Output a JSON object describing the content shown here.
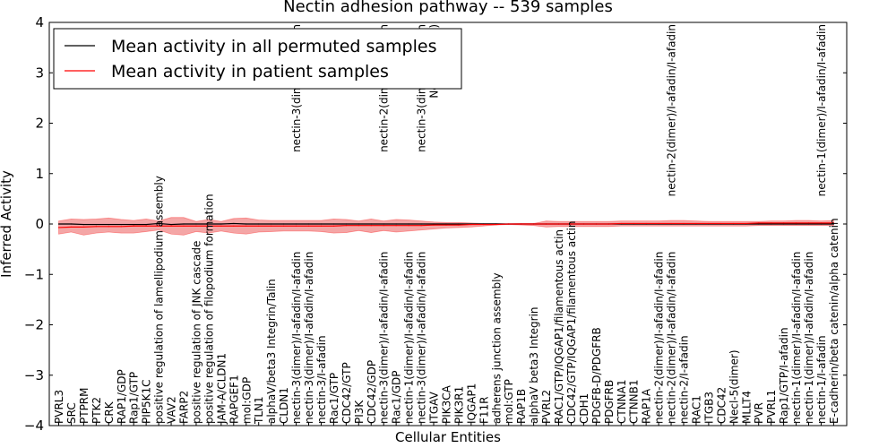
{
  "chart_data": {
    "type": "line",
    "title": "Nectin adhesion pathway -- 539 samples",
    "xlabel": "Cellular Entities",
    "ylabel": "Inferred Activity",
    "ylim": [
      -4,
      4
    ],
    "yticks": [
      -4,
      -3,
      -2,
      -1,
      0,
      1,
      2,
      3,
      4
    ],
    "ytick_labels": [
      "−4",
      "−3",
      "−2",
      "−1",
      "0",
      "1",
      "2",
      "3",
      "4"
    ],
    "grid": false,
    "legend_position": "top-left",
    "colors": {
      "permuted": "#000000",
      "patient": "#ff0000",
      "band": "#f08080",
      "band_blue": "#b0b8e8"
    },
    "categories": [
      "PVRL3",
      "SRC",
      "PTPRM",
      "PTK2",
      "CRK",
      "RAP1/GDP",
      "Rap1/GTP",
      "PIP5K1C",
      "positive regulation of lamellipodium assembly",
      "VAV2",
      "FARP2",
      "positive regulation of JNK cascade",
      "positive regulation of filopodium formation",
      "JAM-A/CLDN1",
      "RAPGEF1",
      "mol:GDP",
      "TLN1",
      "alphaV/beta3 Integrin/Talin",
      "CLDN1",
      "nectin-3(dimer)/I-afadin/I-afadin",
      "nectin-3(dimer)/I-afadin/I-afadin",
      "nectin-3/I-afadin",
      "Rac1/GTP",
      "CDC42/GTP",
      "PI3K",
      "CDC42/GDP",
      "nectin-3(dimer)/I-afadin/I-afadin",
      "Rac1/GDP",
      "nectin-1(dimer)/I-afadin/I-afadin",
      "nectin-3(dimer)/I-afadin/I-afadin",
      "ITGAV",
      "PIK3CA",
      "PIK3R1",
      "IQGAP1",
      "F11R",
      "adherens junction assembly",
      "mol:GTP",
      "RAP1B",
      "alphaV beta3 Integrin",
      "PVRL2",
      "RAC1/GTP/IQGAP1/filamentous actin",
      "CDC42/GTP/IQGAP1/filamentous actin",
      "CDH1",
      "PDGFB-D/PDGFRB",
      "PDGFRB",
      "CTNNA1",
      "CTNNB1",
      "RAP1A",
      "nectin-2(dimer)/I-afadin/I-afadin",
      "nectin-2(dimer)/I-afadin/I-afadin",
      "nectin-2/I-afadin",
      "RAC1",
      "ITGB3",
      "CDC42",
      "Necl-5(dimer)",
      "MLLT4",
      "PVR",
      "PVRL1",
      "Rap1/GTP/I-afadin",
      "nectin-1(dimer)/I-afadin/I-afadin",
      "nectin-1(dimer)/I-afadin/I-afadin",
      "nectin-1/I-afadin",
      "E-cadherin/beta catenin/alpha catenin"
    ],
    "upper_labels": {
      "19": "nectin-3(dimer)/I-afadin",
      "26": "nectin-2(dimer)/I-afadin",
      "29": "nectin-3(dimer)/I-afadin",
      "30": "Necl-5(dimer)",
      "49": "nectin-2(dimer)/I-afadin/I-afadin",
      "61": "nectin-1(dimer)/I-afadin/I-afadin"
    },
    "series": [
      {
        "name": "Mean activity in all permuted samples",
        "color": "#000000",
        "values": [
          0.0,
          0.0,
          -0.01,
          -0.01,
          -0.01,
          -0.01,
          -0.01,
          -0.01,
          0.01,
          -0.01,
          0.0,
          0.0,
          0.0,
          0.0,
          0.01,
          0.0,
          0.0,
          0.0,
          0.0,
          0.0,
          0.0,
          0.0,
          0.0,
          0.0,
          0.0,
          0.0,
          0.0,
          0.0,
          0.0,
          0.0,
          0.0,
          0.0,
          0.0,
          0.0,
          0.0,
          0.0,
          0.0,
          0.0,
          0.0,
          0.0,
          0.0,
          0.0,
          0.0,
          0.0,
          0.0,
          0.0,
          0.0,
          0.0,
          0.0,
          0.0,
          0.0,
          0.0,
          0.0,
          0.0,
          0.0,
          0.0,
          0.0,
          0.0,
          0.0,
          0.0,
          0.0,
          0.0,
          0.0
        ]
      },
      {
        "name": "Mean activity in patient samples",
        "color": "#ff0000",
        "values": [
          -0.07,
          -0.06,
          -0.06,
          -0.05,
          -0.05,
          -0.05,
          -0.04,
          -0.04,
          -0.04,
          -0.04,
          -0.04,
          -0.04,
          -0.04,
          -0.04,
          -0.04,
          -0.04,
          -0.04,
          -0.04,
          -0.04,
          -0.04,
          -0.04,
          -0.04,
          -0.04,
          -0.03,
          -0.03,
          -0.03,
          -0.03,
          -0.03,
          -0.03,
          -0.03,
          -0.02,
          -0.02,
          -0.02,
          -0.01,
          -0.01,
          -0.01,
          0.0,
          0.0,
          0.0,
          0.0,
          0.0,
          0.0,
          0.0,
          0.0,
          0.0,
          0.01,
          0.01,
          0.01,
          0.01,
          0.01,
          0.01,
          0.01,
          0.01,
          0.01,
          0.01,
          0.01,
          0.02,
          0.02,
          0.02,
          0.02,
          0.02,
          0.02,
          0.02
        ]
      }
    ],
    "band": {
      "upper": [
        0.06,
        0.1,
        0.09,
        0.1,
        0.12,
        0.09,
        0.07,
        0.1,
        0.06,
        0.13,
        0.13,
        0.05,
        0.09,
        0.05,
        0.11,
        0.12,
        0.08,
        0.07,
        0.07,
        0.07,
        0.07,
        0.07,
        0.1,
        0.09,
        0.06,
        0.1,
        0.06,
        0.09,
        0.08,
        0.06,
        0.04,
        0.03,
        0.03,
        0.02,
        0.01,
        0.01,
        0.0,
        0.01,
        0.01,
        0.06,
        0.05,
        0.05,
        0.05,
        0.05,
        0.05,
        0.06,
        0.06,
        0.06,
        0.06,
        0.07,
        0.07,
        0.06,
        0.05,
        0.05,
        0.05,
        0.05,
        0.05,
        0.06,
        0.06,
        0.07,
        0.07,
        0.06,
        0.07
      ],
      "lower": [
        -0.2,
        -0.16,
        -0.22,
        -0.18,
        -0.16,
        -0.18,
        -0.18,
        -0.15,
        -0.12,
        -0.2,
        -0.22,
        -0.15,
        -0.18,
        -0.14,
        -0.18,
        -0.2,
        -0.16,
        -0.15,
        -0.14,
        -0.14,
        -0.14,
        -0.15,
        -0.18,
        -0.17,
        -0.13,
        -0.17,
        -0.13,
        -0.16,
        -0.14,
        -0.12,
        -0.1,
        -0.08,
        -0.07,
        -0.06,
        -0.04,
        -0.02,
        -0.01,
        -0.02,
        -0.03,
        -0.06,
        -0.05,
        -0.05,
        -0.05,
        -0.05,
        -0.05,
        -0.04,
        -0.04,
        -0.04,
        -0.04,
        -0.04,
        -0.04,
        -0.04,
        -0.04,
        -0.04,
        -0.04,
        -0.04,
        -0.03,
        -0.03,
        -0.03,
        -0.03,
        -0.03,
        -0.03,
        -0.03
      ]
    }
  }
}
